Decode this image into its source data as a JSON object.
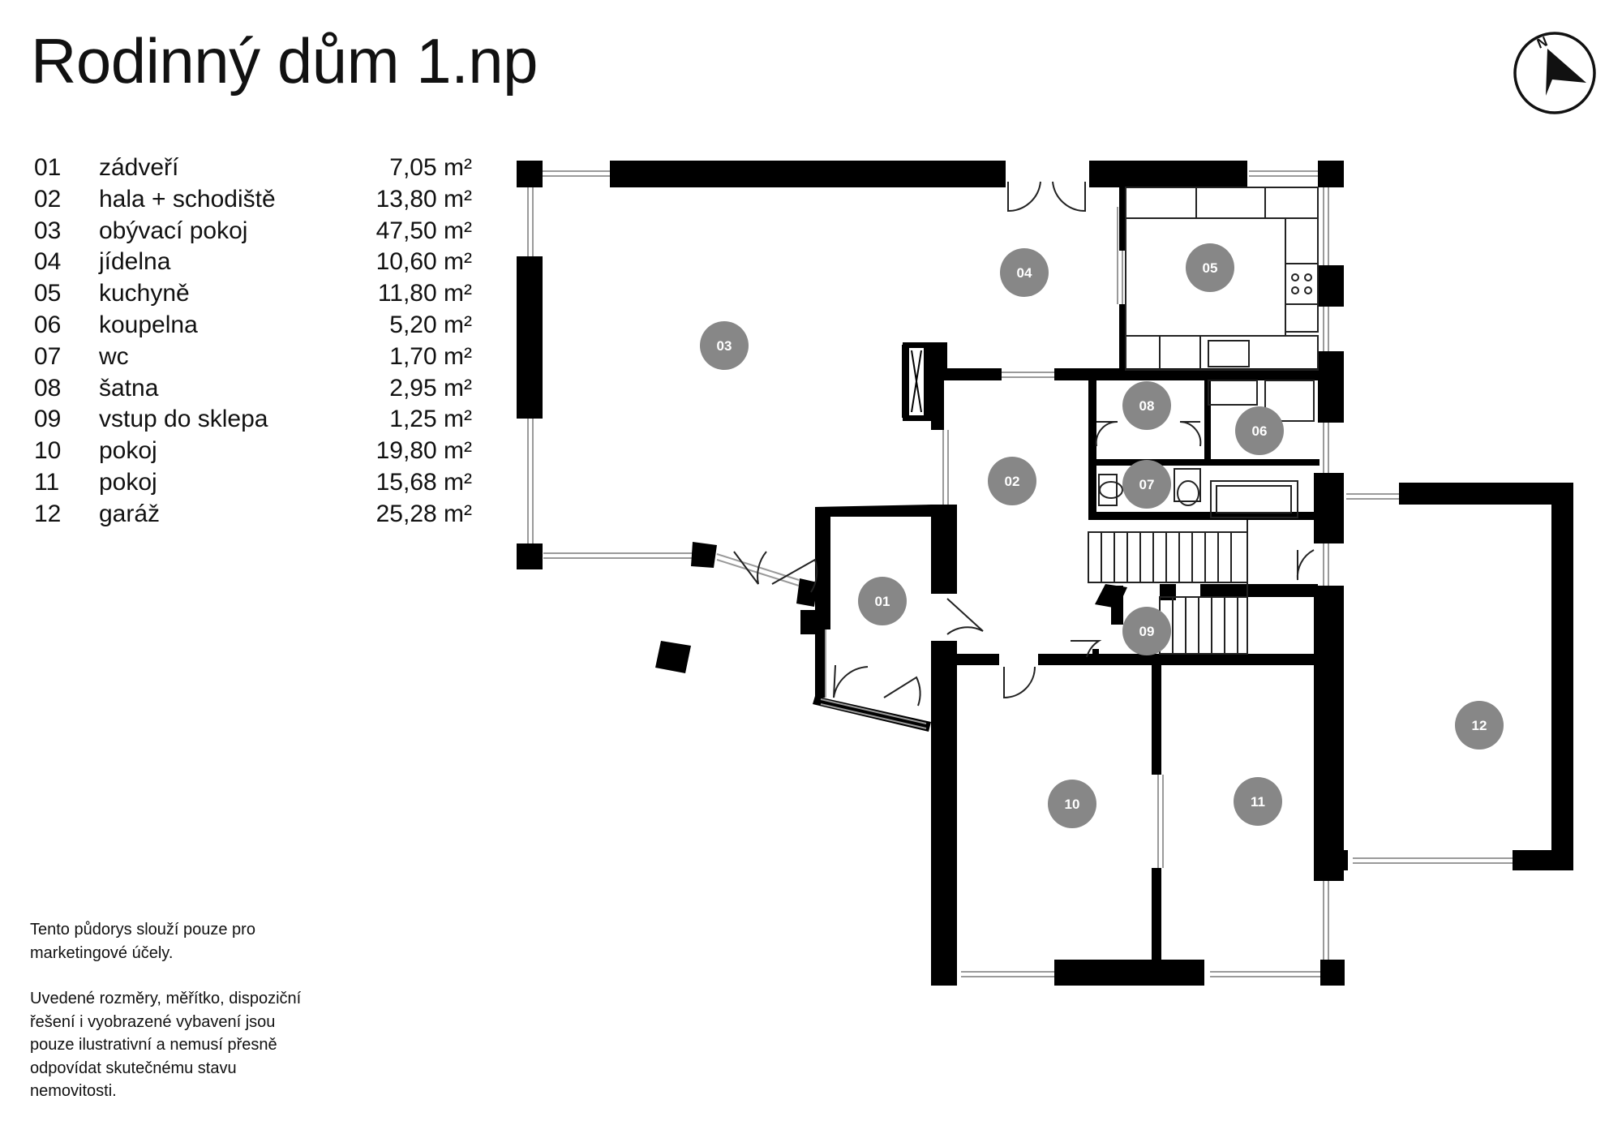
{
  "title": "Rodinný dům 1.np",
  "compass": {
    "label": "N",
    "icon": "north-arrow-icon"
  },
  "rooms": [
    {
      "id": "01",
      "name": "zádveří",
      "area": "7,05 m²"
    },
    {
      "id": "02",
      "name": "hala + schodiště",
      "area": "13,80 m²"
    },
    {
      "id": "03",
      "name": "obývací pokoj",
      "area": "47,50 m²"
    },
    {
      "id": "04",
      "name": "jídelna",
      "area": "10,60 m²"
    },
    {
      "id": "05",
      "name": "kuchyně",
      "area": "11,80 m²"
    },
    {
      "id": "06",
      "name": "koupelna",
      "area": "5,20 m²"
    },
    {
      "id": "07",
      "name": "wc",
      "area": "1,70 m²"
    },
    {
      "id": "08",
      "name": "šatna",
      "area": "2,95 m²"
    },
    {
      "id": "09",
      "name": "vstup do sklepa",
      "area": "1,25 m²"
    },
    {
      "id": "10",
      "name": "pokoj",
      "area": "19,80 m²"
    },
    {
      "id": "11",
      "name": "pokoj",
      "area": "15,68 m²"
    },
    {
      "id": "12",
      "name": "garáž",
      "area": "25,28 m²"
    }
  ],
  "disclaimer": {
    "paragraph1": "Tento půdorys slouží pouze pro marketingové účely.",
    "paragraph2": "Uvedené rozměry, měřítko, dispoziční řešení i vyobrazené vybavení jsou pouze ilustrativní a nemusí přesně odpovídat skutečnému stavu nemovitosti."
  },
  "colors": {
    "wall": "#000000",
    "marker": "#878787",
    "marker_text": "#ffffff",
    "window": "#9a9a9a"
  }
}
